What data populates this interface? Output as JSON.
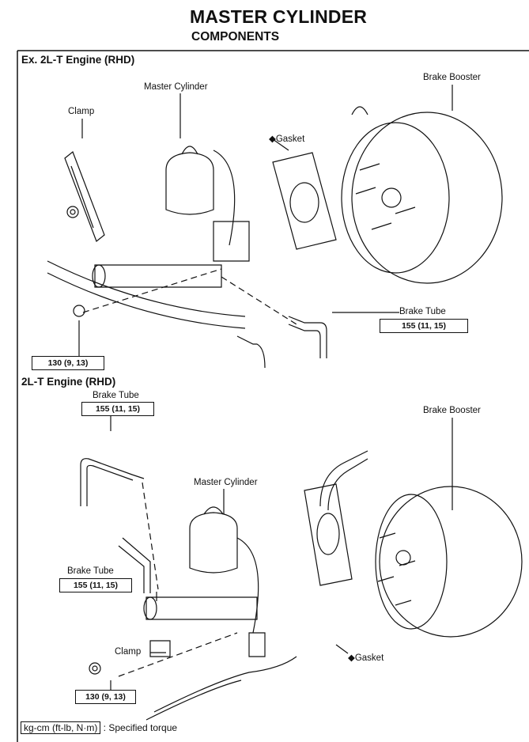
{
  "header": {
    "title": "MASTER CYLINDER",
    "subtitle": "COMPONENTS"
  },
  "section1": {
    "heading": "Ex. 2L-T Engine (RHD)",
    "labels": {
      "brake_booster": "Brake Booster",
      "clamp": "Clamp",
      "master_cylinder": "Master Cylinder",
      "gasket": "◆Gasket",
      "brake_tube": "Brake Tube"
    },
    "torques": {
      "brake_tube": "155 (11, 15)",
      "clamp_nut": "130 (9, 13)"
    }
  },
  "section2": {
    "heading": "2L-T Engine (RHD)",
    "labels": {
      "brake_tube_top": "Brake Tube",
      "brake_booster": "Brake Booster",
      "master_cylinder": "Master Cylinder",
      "brake_tube_left": "Brake Tube",
      "clamp": "Clamp",
      "gasket": "◆Gasket"
    },
    "torques": {
      "brake_tube_top": "155 (11, 15)",
      "brake_tube_left": "155 (11, 15)",
      "clamp_nut": "130 (9, 13)"
    }
  },
  "legend": {
    "unit": "kg-cm (ft-lb, N·m)",
    "text": ": Specified torque"
  }
}
